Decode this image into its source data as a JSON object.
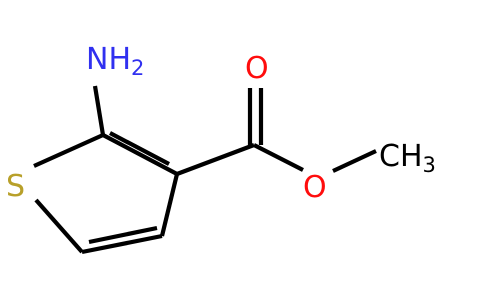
{
  "molecule": {
    "atoms": {
      "nitrogen": {
        "symbol": "NH",
        "subscript": "2"
      },
      "sulfur": {
        "symbol": "S"
      },
      "carbonyl_oxygen": {
        "symbol": "O"
      },
      "ester_oxygen": {
        "symbol": "O"
      },
      "methyl": {
        "symbol": "CH",
        "subscript": "3"
      }
    }
  },
  "colors": {
    "bond": "#000000",
    "nitrogen": "#3030f0",
    "oxygen": "#ff0d0d",
    "sulfur": "#b8a02a",
    "carbon": "#000000",
    "background": "#ffffff"
  }
}
